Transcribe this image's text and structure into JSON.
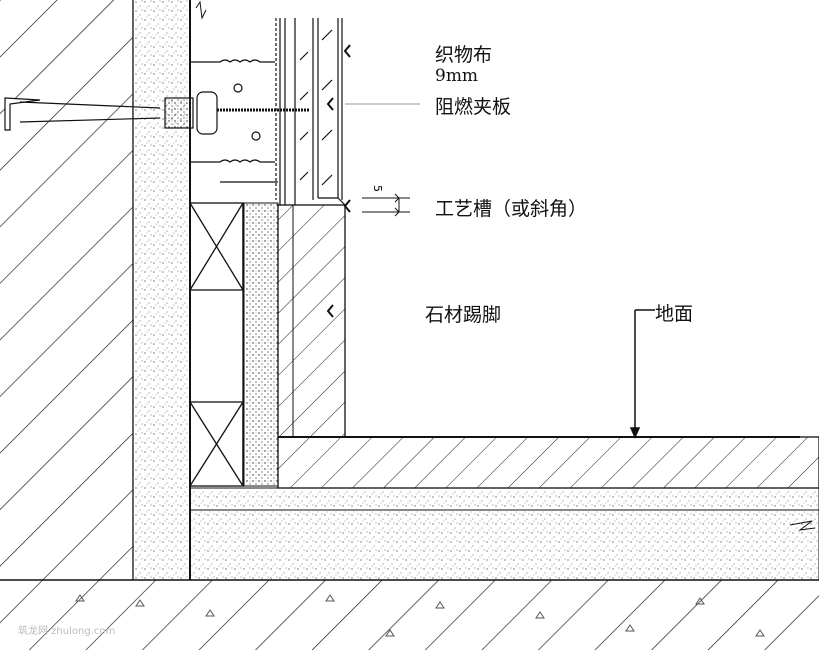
{
  "labels": {
    "fabric": "织物布",
    "thickness": "9mm",
    "plywood": "阻燃夹板",
    "groove": "工艺槽（或斜角）",
    "skirting": "石材踢脚",
    "floor": "地面",
    "groove_dim": "5"
  },
  "watermark": "筑龙网 zhulong.com",
  "colors": {
    "line": "#111111",
    "background": "#ffffff"
  }
}
